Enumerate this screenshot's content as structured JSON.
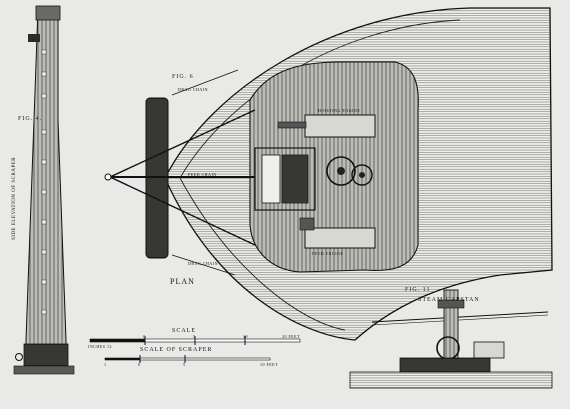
{
  "figures": {
    "fig4": "FIG. 4.",
    "fig4_title": "SIDE ELEVATION OF SCRAPER",
    "fig6": "FIG. 6",
    "plan": "PLAN",
    "fig11": "FIG. 11",
    "steam_capstan": "STEAM CAPSTAN"
  },
  "labels": {
    "drag_chain_top": "DRAG CHAIN",
    "drag_chain_bottom": "DRAG CHAIN",
    "feed_chain": "FEED CHAIN",
    "engine_top": "HOISTING ENGINE",
    "engine_bottom": "FEED ENGINE"
  },
  "scales": {
    "scale_title": "SCALE",
    "scale_ticks": [
      "INCHES 12",
      "0",
      "5",
      "10",
      "20 FEET"
    ],
    "scraper_title": "SCALE OF SCRAPER",
    "scraper_ticks": [
      "1",
      "0",
      "5",
      "10 FEET"
    ]
  }
}
